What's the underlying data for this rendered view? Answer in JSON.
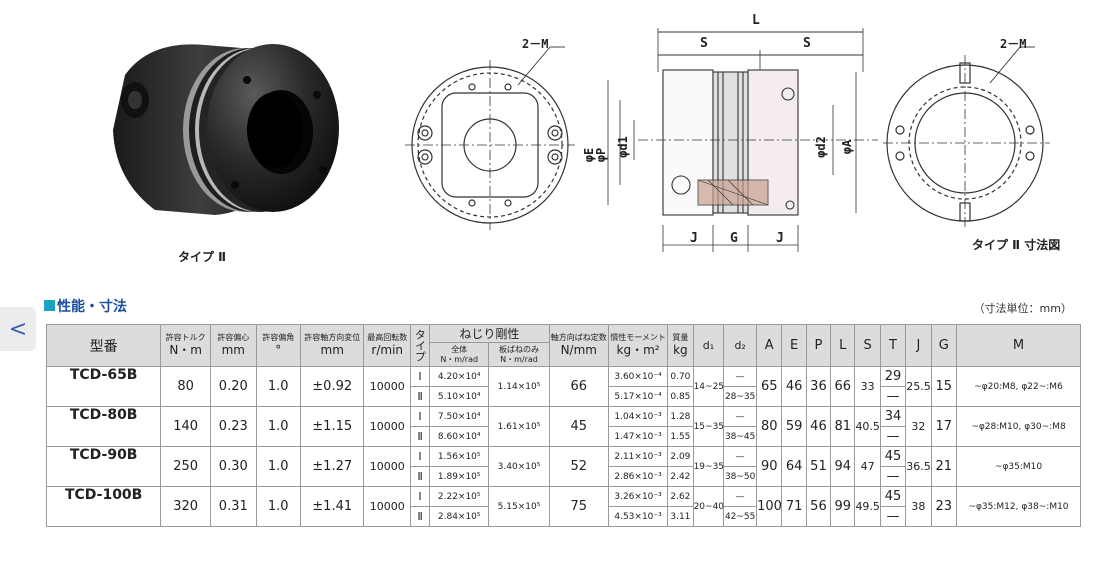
{
  "product": {
    "photo_caption": "タイプ Ⅱ",
    "drawing_caption": "タイプ Ⅱ 寸法図"
  },
  "drawing_labels": {
    "front_M": "2－M",
    "side_L": "L",
    "side_S1": "S",
    "side_S2": "S",
    "phiE": "φE",
    "phiP": "φP",
    "phid1": "φd1",
    "phid2": "φd2",
    "phiA": "φA",
    "J1": "J",
    "G": "G",
    "J2": "J",
    "right_M": "2－M"
  },
  "section": {
    "title": "性能・寸法",
    "unit_note": "（寸法単位：mm）",
    "back_label": "<"
  },
  "table": {
    "headers": {
      "model": "型番",
      "torque": "許容トルク",
      "torque_u": "N・m",
      "eccentric": "許容偏心",
      "eccentric_u": "mm",
      "angle": "許容偏角",
      "angle_u": "°",
      "axial": "許容軸方向変位",
      "axial_u": "mm",
      "speed": "最高回転数",
      "speed_u": "r/min",
      "type": "タイプ",
      "torsion": "ねじり剛性",
      "torsion_all": "全体",
      "torsion_all_u": "N・m/rad",
      "torsion_spring": "板ばねのみ",
      "torsion_spring_u": "N・m/rad",
      "axial_spring": "軸方向ばね定数",
      "axial_spring_u": "N/mm",
      "inertia": "慣性モーメント",
      "inertia_u": "kg・m²",
      "mass": "質量",
      "mass_u": "kg",
      "d1": "d₁",
      "d2": "d₂",
      "A": "A",
      "E": "E",
      "P": "P",
      "L": "L",
      "S": "S",
      "T": "T",
      "J": "J",
      "G": "G",
      "M": "M"
    },
    "rows": [
      {
        "model": "TCD-65B",
        "torque": "80",
        "eccentric": "0.20",
        "angle": "1.0",
        "axial": "±0.92",
        "speed": "10000",
        "type1": "Ⅰ",
        "type2": "Ⅱ",
        "tor_all1": "4.20×10⁴",
        "tor_all2": "5.10×10⁴",
        "tor_spring": "1.14×10⁵",
        "axial_spring": "66",
        "inertia1": "3.60×10⁻⁴",
        "inertia2": "5.17×10⁻⁴",
        "mass1": "0.70",
        "mass2": "0.85",
        "d1": "14~25",
        "d2a": "—",
        "d2b": "28~35",
        "A": "65",
        "E": "46",
        "P": "36",
        "L": "66",
        "S": "33",
        "T1": "29",
        "T2": "—",
        "J": "25.5",
        "G": "15",
        "M": "~φ20:M8, φ22~:M6"
      },
      {
        "model": "TCD-80B",
        "torque": "140",
        "eccentric": "0.23",
        "angle": "1.0",
        "axial": "±1.15",
        "speed": "10000",
        "type1": "Ⅰ",
        "type2": "Ⅱ",
        "tor_all1": "7.50×10⁴",
        "tor_all2": "8.60×10⁴",
        "tor_spring": "1.61×10⁵",
        "axial_spring": "45",
        "inertia1": "1.04×10⁻³",
        "inertia2": "1.47×10⁻³",
        "mass1": "1.28",
        "mass2": "1.55",
        "d1": "15~35",
        "d2a": "—",
        "d2b": "38~45",
        "A": "80",
        "E": "59",
        "P": "46",
        "L": "81",
        "S": "40.5",
        "T1": "34",
        "T2": "—",
        "J": "32",
        "G": "17",
        "M": "~φ28:M10, φ30~:M8"
      },
      {
        "model": "TCD-90B",
        "torque": "250",
        "eccentric": "0.30",
        "angle": "1.0",
        "axial": "±1.27",
        "speed": "10000",
        "type1": "Ⅰ",
        "type2": "Ⅱ",
        "tor_all1": "1.56×10⁵",
        "tor_all2": "1.89×10⁵",
        "tor_spring": "3.40×10⁵",
        "axial_spring": "52",
        "inertia1": "2.11×10⁻³",
        "inertia2": "2.86×10⁻³",
        "mass1": "2.09",
        "mass2": "2.42",
        "d1": "19~35",
        "d2a": "—",
        "d2b": "38~50",
        "A": "90",
        "E": "64",
        "P": "51",
        "L": "94",
        "S": "47",
        "T1": "45",
        "T2": "—",
        "J": "36.5",
        "G": "21",
        "M": "~φ35:M10"
      },
      {
        "model": "TCD-100B",
        "torque": "320",
        "eccentric": "0.31",
        "angle": "1.0",
        "axial": "±1.41",
        "speed": "10000",
        "type1": "Ⅰ",
        "type2": "Ⅱ",
        "tor_all1": "2.22×10⁵",
        "tor_all2": "2.84×10⁵",
        "tor_spring": "5.15×10⁵",
        "axial_spring": "75",
        "inertia1": "3.26×10⁻³",
        "inertia2": "4.53×10⁻³",
        "mass1": "2.62",
        "mass2": "3.11",
        "d1": "20~40",
        "d2a": "—",
        "d2b": "42~55",
        "A": "100",
        "E": "71",
        "P": "56",
        "L": "99",
        "S": "49.5",
        "T1": "45",
        "T2": "—",
        "J": "38",
        "G": "23",
        "M": "~φ35:M12, φ38~:M10"
      }
    ]
  }
}
